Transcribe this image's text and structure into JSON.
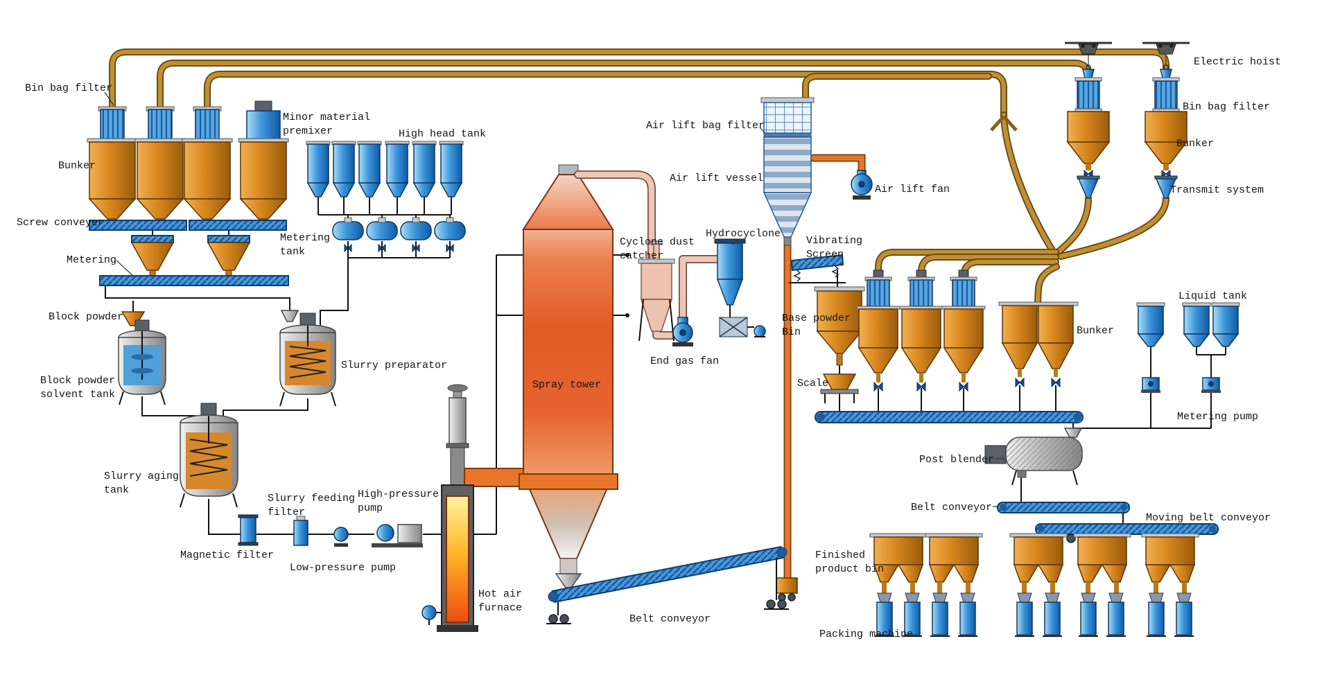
{
  "diagram": {
    "labels": {
      "bin_bag_filter_left": "Bin bag filter",
      "bunker_left": "Bunker",
      "screw_conveyer": "Screw conveyer",
      "metering": "Metering",
      "minor_material_premixer": "Minor material\npremixer",
      "high_head_tank": "High head tank",
      "metering_tank": "Metering\ntank",
      "block_powder": "Block powder",
      "block_powder_solvent_tank": "Block powder\nsolvent tank",
      "slurry_preparator": "Slurry preparator",
      "slurry_aging_tank": "Slurry aging\ntank",
      "slurry_feeding_filter": "Slurry feeding\nfilter",
      "magnetic_filter": "Magnetic filter",
      "low_pressure_pump": "Low-pressure pump",
      "high_pressure_pump": "High-pressure\npump",
      "hot_air_furnace": "Hot air\nfurnace",
      "spray_tower": "Spray tower",
      "cyclone_dust_catcher": "Cyclone dust\ncatcher",
      "end_gas_fan": "End gas fan",
      "hydrocyclone": "Hydrocyclone",
      "air_lift_bag_filter": "Air lift bag filter",
      "air_lift_vessel": "Air lift vessel",
      "air_lift_fan": "Air lift fan",
      "vibrating_screen": "Vibrating\nScreen",
      "base_powder_bin": "Base powder\nBin",
      "scale": "Scale",
      "electric_hoist": "Electric hoist",
      "bin_bag_filter_right": "Bin bag filter",
      "bunker_right_top": "Bunker",
      "transmit_system": "Transmit system",
      "bunker_right_mid": "Bunker",
      "liquid_tank": "Liquid tank",
      "metering_pump": "Metering pump",
      "post_blender": "Post blender",
      "belt_conveyor_right": "Belt conveyor",
      "moving_belt_conveyor": "Moving belt conveyor",
      "belt_conveyor_bottom": "Belt conveyor",
      "finished_product_bin": "Finished\nproduct bin",
      "packing_machine": "Packing machine"
    },
    "colors": {
      "hopper_orange": "#d8861e",
      "equipment_blue": "#3e96dc",
      "pipe_brown": "#c08f35",
      "pipe_salmon": "#ecc8b8",
      "tower_orange": "#e25a26",
      "duct_orange": "#e8752a",
      "flame": "#ffb627"
    }
  }
}
